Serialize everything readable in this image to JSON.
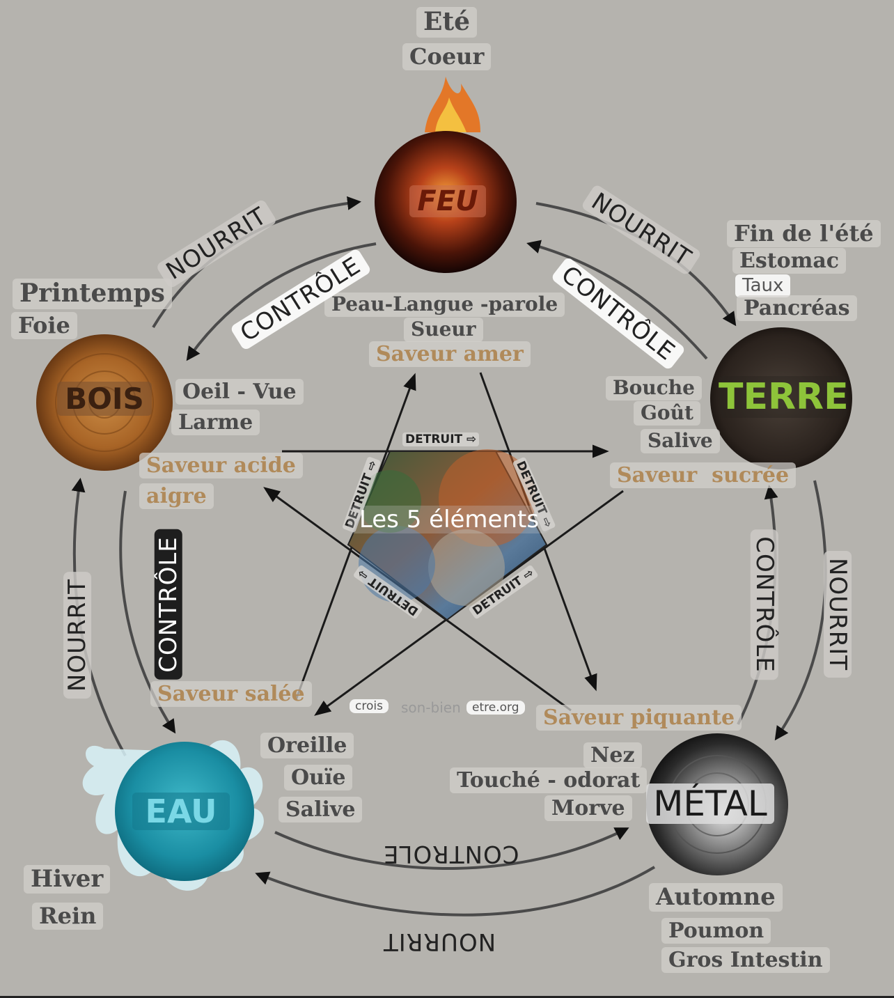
{
  "elements": {
    "feu": {
      "name": "FEU",
      "season": "Eté",
      "organs": [
        "Coeur"
      ],
      "sense": [
        "Peau-Langue -parole",
        "Sueur"
      ],
      "flavor": "Saveur amer"
    },
    "terre": {
      "name": "TERRE",
      "season": "Fin de l'été",
      "organs": [
        "Estomac",
        "Taux",
        "Pancréas"
      ],
      "sense": [
        "Bouche",
        "Goût",
        "Salive"
      ],
      "flavor": "Saveur  sucrée"
    },
    "metal": {
      "name": "MÉTAL",
      "season": "Automne",
      "organs": [
        "Poumon",
        "Gros Intestin"
      ],
      "sense": [
        "Nez",
        "Touché - odorat",
        "Morve"
      ],
      "flavor": "Saveur piquante"
    },
    "eau": {
      "name": "EAU",
      "season": "Hiver",
      "organs": [
        "Rein"
      ],
      "sense": [
        "Oreille",
        "Ouïe",
        "Salive"
      ],
      "flavor": "Saveur salée"
    },
    "bois": {
      "name": "BOIS",
      "season": "Printemps",
      "organs": [
        "Foie"
      ],
      "sense": [
        "Oeil - Vue",
        "Larme"
      ],
      "flavor": [
        "Saveur acide",
        "aigre"
      ]
    }
  },
  "relations": {
    "nourrit": "NOURRIT",
    "controle": "CONTRÔLE",
    "controle_plain": "CONTROLE",
    "detruit": "DETRUIT"
  },
  "center_title": "Les 5 éléments",
  "watermark": [
    "crois",
    "son-bien",
    "etre.org"
  ],
  "colors": {
    "background": "#b5b3ae",
    "flavor_text": "#b08a5a",
    "arrow": "#1a1a1a"
  }
}
